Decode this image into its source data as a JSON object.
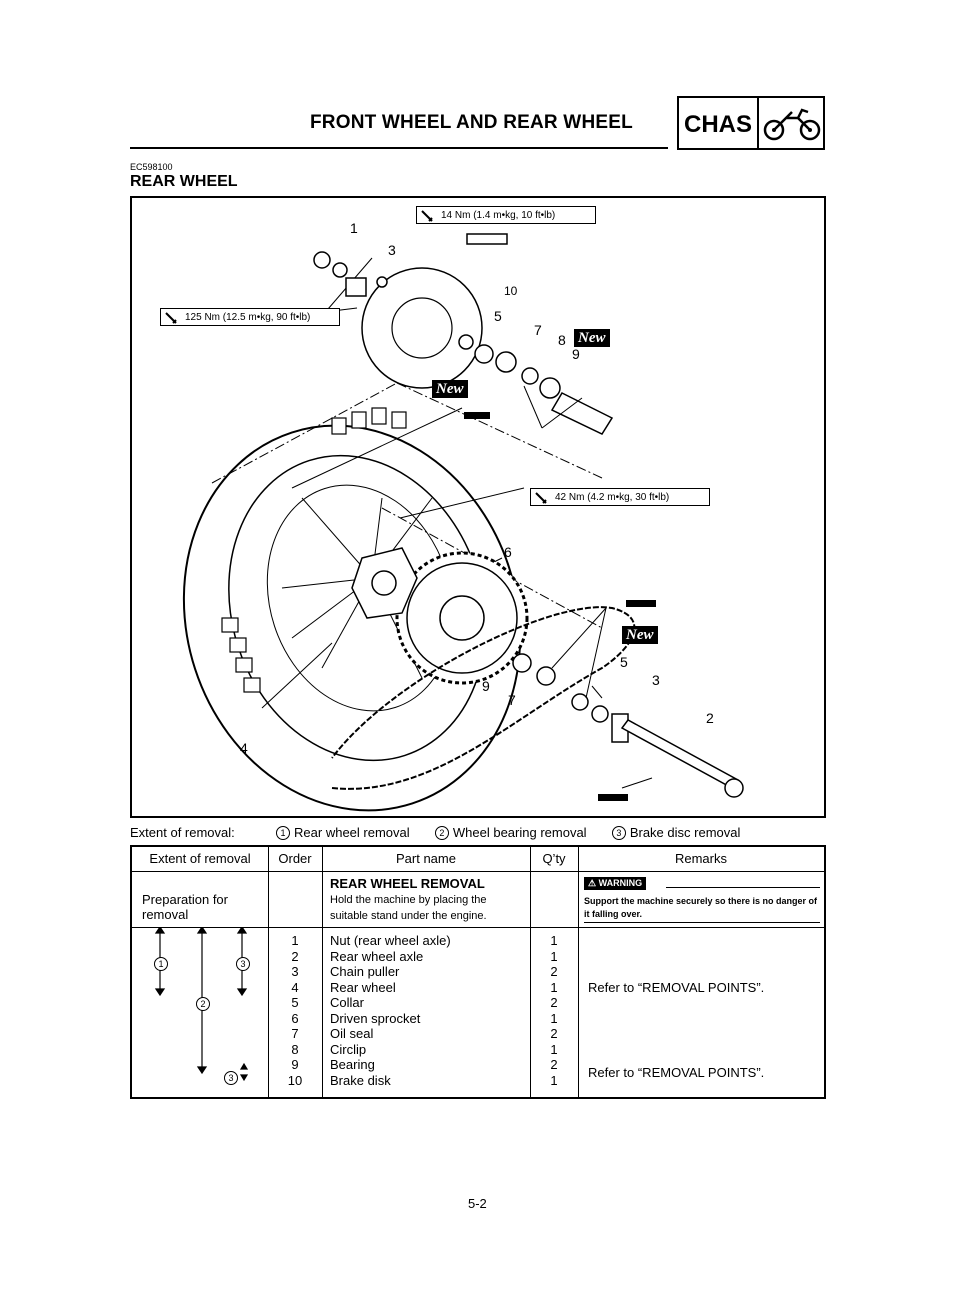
{
  "header": {
    "title": "FRONT WHEEL AND REAR WHEEL",
    "badge": "CHAS"
  },
  "section": {
    "code": "EC598100",
    "title": "REAR WHEEL"
  },
  "figure": {
    "torques": [
      "14 Nm (1.4 m•kg, 10 ft•lb)",
      "125 Nm (12.5 m•kg, 90 ft•lb)",
      "42 Nm (4.2 m•kg, 30 ft•lb)"
    ],
    "new_label": "New",
    "labels": [
      "1",
      "3",
      "10",
      "5",
      "7",
      "8",
      "9",
      "6",
      "4",
      "9",
      "7",
      "5",
      "3",
      "2"
    ]
  },
  "extent": {
    "label": "Extent of removal:",
    "items": [
      {
        "num": "1",
        "text": "Rear wheel removal"
      },
      {
        "num": "2",
        "text": "Wheel bearing removal"
      },
      {
        "num": "3",
        "text": "Brake disc removal"
      }
    ]
  },
  "table": {
    "headers": [
      "Extent of removal",
      "Order",
      "Part name",
      "Q’ty",
      "Remarks"
    ],
    "prep": {
      "extent": "Preparation for removal",
      "heading": "REAR WHEEL REMOVAL",
      "note": "Hold the machine by placing the suitable stand under the engine.",
      "warning_label": "WARNING",
      "warning_text": "Support the machine securely so there is no danger of it falling over."
    },
    "rows": [
      {
        "order": "1",
        "part": "Nut (rear wheel axle)",
        "qty": "1"
      },
      {
        "order": "2",
        "part": "Rear wheel axle",
        "qty": "1"
      },
      {
        "order": "3",
        "part": "Chain puller",
        "qty": "2"
      },
      {
        "order": "4",
        "part": "Rear wheel",
        "qty": "1"
      },
      {
        "order": "5",
        "part": "Collar",
        "qty": "2"
      },
      {
        "order": "6",
        "part": "Driven sprocket",
        "qty": "1"
      },
      {
        "order": "7",
        "part": "Oil seal",
        "qty": "2"
      },
      {
        "order": "8",
        "part": "Circlip",
        "qty": "1"
      },
      {
        "order": "9",
        "part": "Bearing",
        "qty": "2"
      },
      {
        "order": "10",
        "part": "Brake disk",
        "qty": "1"
      }
    ],
    "remarks": [
      "Refer to “REMOVAL POINTS”.",
      "Refer to “REMOVAL POINTS”."
    ],
    "extent_marks": [
      "1",
      "3",
      "2",
      "3"
    ]
  },
  "footer": {
    "page": "5-2"
  }
}
